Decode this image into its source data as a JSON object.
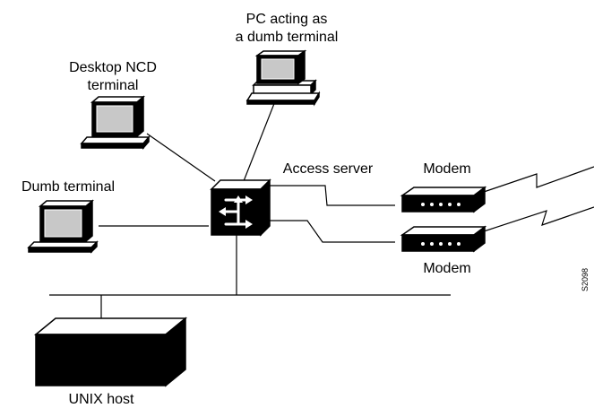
{
  "labels": {
    "pc": [
      "PC acting as",
      "a dumb terminal"
    ],
    "desktop_ncd": [
      "Desktop NCD",
      "terminal"
    ],
    "dumb_terminal": "Dumb terminal",
    "access_server": "Access server",
    "modem_top": "Modem",
    "modem_bottom": "Modem",
    "unix_host": "UNIX host",
    "figure_id": "S2098"
  },
  "colors": {
    "ink": "#000000",
    "paper": "#ffffff",
    "screen_face": "#c8c8c8"
  },
  "icons": [
    "pc-terminal-icon",
    "desktop-ncd-terminal-icon",
    "dumb-terminal-icon",
    "access-server-icon",
    "modem-icon",
    "unix-host-icon",
    "serial-link-icon"
  ]
}
